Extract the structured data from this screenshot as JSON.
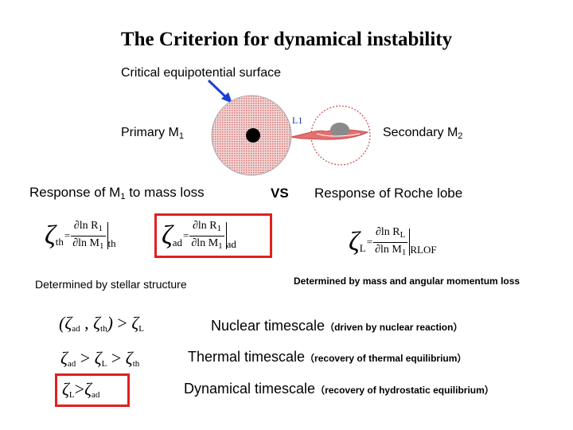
{
  "title": "The Criterion for dynamical instability",
  "diagram": {
    "surface_label": "Critical equipotential surface",
    "primary_label": "Primary M",
    "primary_sub": "1",
    "secondary_label": "Secondary M",
    "secondary_sub": "2",
    "l1_label": "L1"
  },
  "responses": {
    "left_label": "Response of M",
    "left_sub": "1",
    "left_tail": " to mass loss",
    "vs": "VS",
    "right_label": "Response of Roche lobe"
  },
  "formulas": {
    "zeta": "ζ",
    "th": "th",
    "ad": "ad",
    "L": "L",
    "num_R1": "∂ln R",
    "num_RL": "∂ln R",
    "den_M1": "∂ln M",
    "sub1": "1",
    "subL": "L",
    "eval_th": "th",
    "eval_ad": "ad",
    "eval_rlof": "RLOF",
    "eq": "="
  },
  "notes": {
    "left": "Determined by stellar structure",
    "right": "Determined by mass and angular momentum loss"
  },
  "timescales": [
    {
      "ineq": "(ζ_ad, ζ_th) > ζ_L",
      "name": "Nuclear timescale",
      "desc": "（driven by nuclear reaction）"
    },
    {
      "ineq": "ζ_ad > ζ_L > ζ_th",
      "name": "Thermal timescale",
      "desc": "（recovery of thermal equilibrium）"
    },
    {
      "ineq": "ζ_L > ζ_ad",
      "name": "Dynamical timescale",
      "desc": "（recovery of hydrostatic equilibrium）"
    }
  ],
  "colors": {
    "accent": "#e02020",
    "arrow": "#1a3fd6",
    "lobe": "#e8a8a8",
    "l1": "#2233cc"
  }
}
